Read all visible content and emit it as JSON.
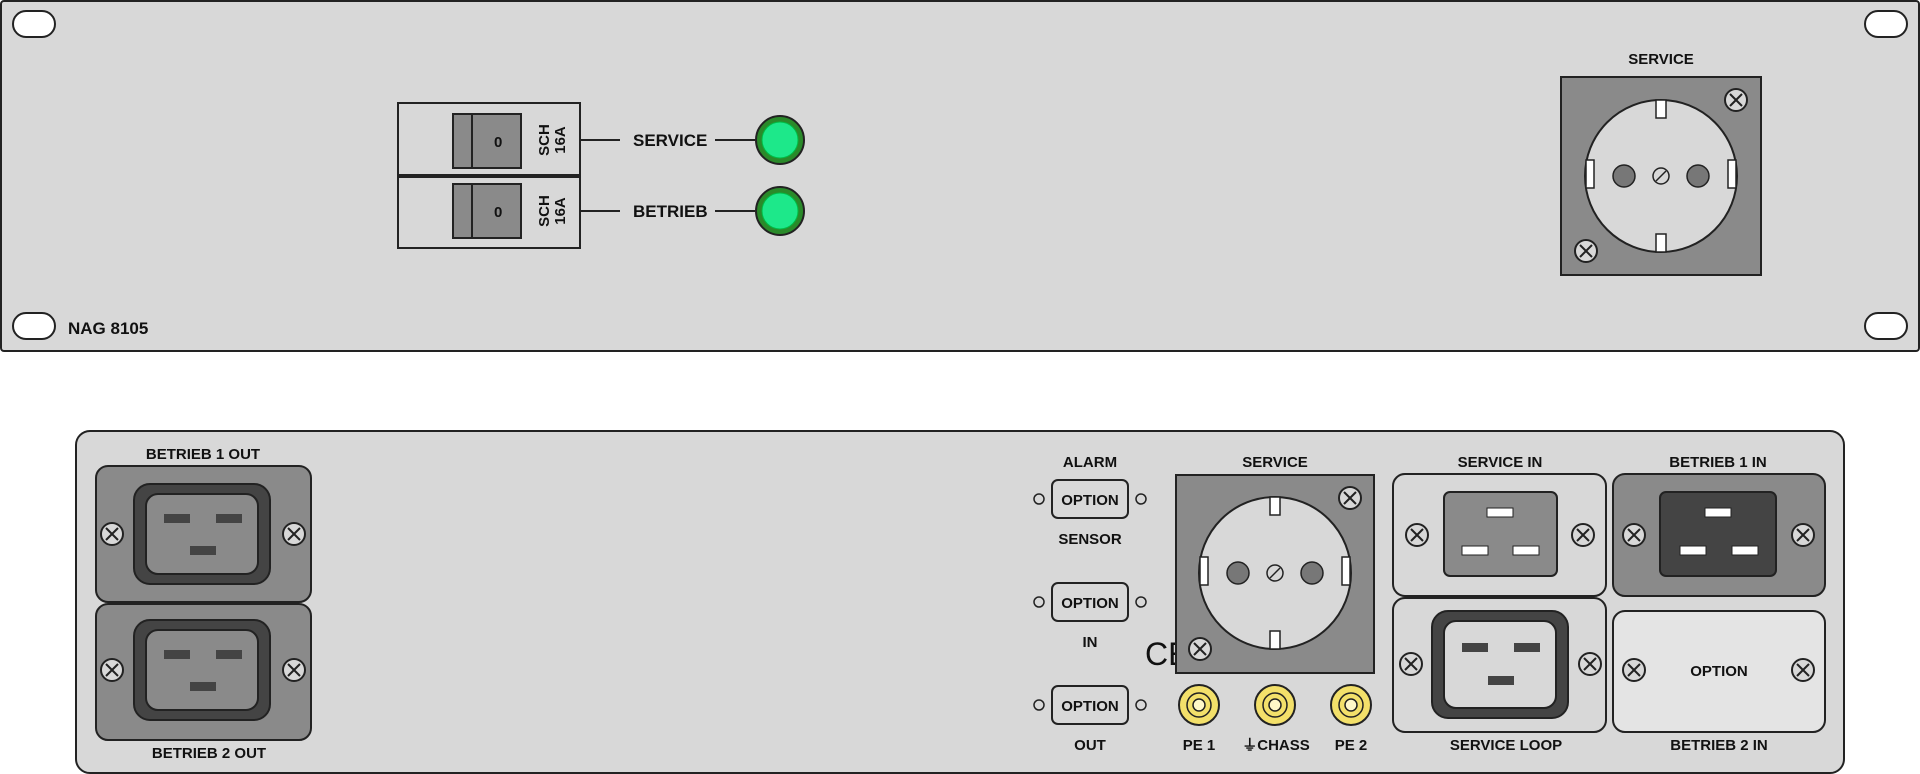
{
  "front_panel": {
    "model": "NAG 8105",
    "breakers": [
      {
        "position": "0",
        "rating_line1": "SCH",
        "rating_line2": "16A",
        "label": "SERVICE",
        "led": "green"
      },
      {
        "position": "0",
        "rating_line1": "SCH",
        "rating_line2": "16A",
        "label": "BETRIEB",
        "led": "green"
      }
    ],
    "service_socket_label": "SERVICE"
  },
  "rear_panel": {
    "betrieb1_out": "BETRIEB 1 OUT",
    "betrieb2_out": "BETRIEB 2 OUT",
    "alarm_label": "ALARM",
    "sensor_label": "SENSOR",
    "in_label": "IN",
    "out_label": "OUT",
    "option_buttons": [
      "OPTION",
      "OPTION",
      "OPTION"
    ],
    "service_socket_label": "SERVICE",
    "ce_mark": "CE",
    "terminals": [
      "PE 1",
      "⏚CHASS",
      "PE 2"
    ],
    "service_in": "SERVICE IN",
    "service_loop": "SERVICE LOOP",
    "betrieb1_in": "BETRIEB 1 IN",
    "betrieb2_in": "BETRIEB 2 IN",
    "option_blank": "OPTION"
  },
  "colors": {
    "panel": "#d8d8d8",
    "led": "#1de88a",
    "connector_dark": "#444444",
    "connector_mid": "#8a8a8a",
    "terminal": "#f3e06a"
  }
}
